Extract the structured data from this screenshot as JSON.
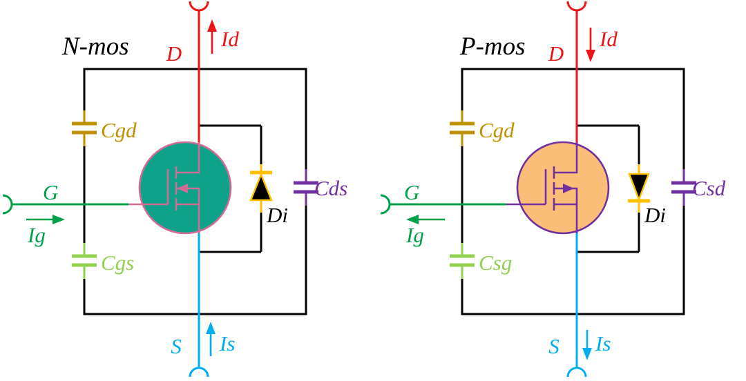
{
  "figure": {
    "description": "Equivalent circuit models of N-channel and P-channel MOSFETs with parasitic capacitances and body diode"
  },
  "diagrams": [
    {
      "id": "n-mos",
      "title": "N-mos",
      "drain_label": "D",
      "gate_label": "G",
      "source_label": "S",
      "drain_current": "Id",
      "gate_current": "Ig",
      "source_current": "Is",
      "drain_current_direction": "up",
      "gate_current_direction": "right",
      "source_current_direction": "up",
      "cap_gate_drain": "Cgd",
      "cap_gate_source": "Cgs",
      "cap_drain_source": "Cds",
      "diode_label": "Di",
      "diode_direction": "up"
    },
    {
      "id": "p-mos",
      "title": "P-mos",
      "drain_label": "D",
      "gate_label": "G",
      "source_label": "S",
      "drain_current": "Id",
      "gate_current": "Ig",
      "source_current": "Is",
      "drain_current_direction": "down",
      "gate_current_direction": "left",
      "source_current_direction": "down",
      "cap_gate_drain": "Cgd",
      "cap_gate_source": "Csg",
      "cap_drain_source": "Csd",
      "diode_label": "Di",
      "diode_direction": "down"
    }
  ],
  "colors": {
    "drain_red": "#EC1515",
    "gate_green": "#00A04A",
    "source_cyan": "#00AEEF",
    "cgd_gold": "#BF9000",
    "cgs_lime": "#92D050",
    "cds_purple": "#7030A0",
    "diode_yellow": "#FFC000",
    "nmos_circle_fill": "#0FA28B",
    "nmos_symbol_pink": "#D06C94",
    "pmos_circle_fill": "#FBBE78",
    "pmos_symbol_purple": "#7030A0",
    "wire_black": "#000000"
  }
}
